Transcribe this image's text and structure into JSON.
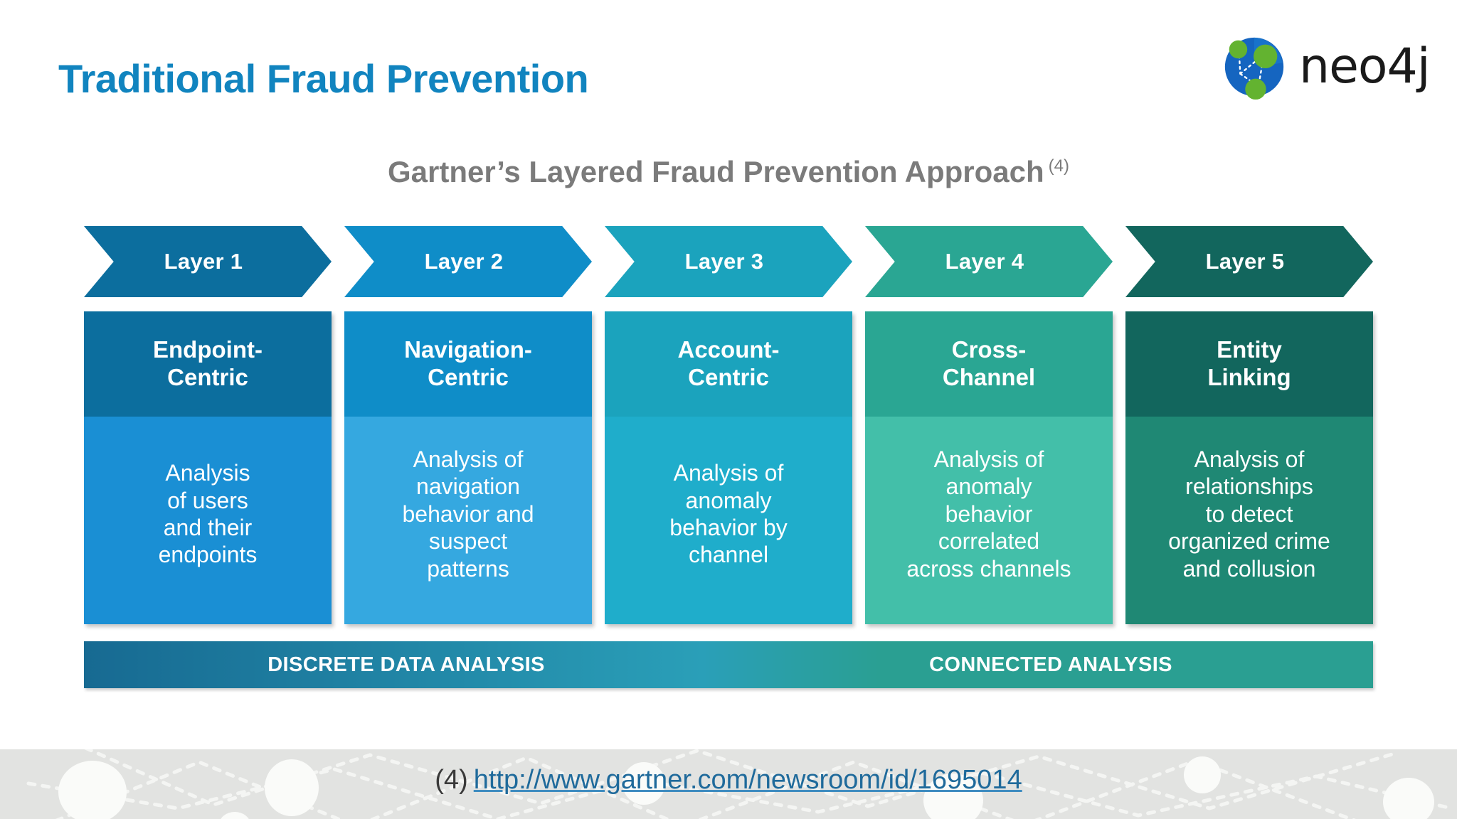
{
  "header": {
    "title": "Traditional Fraud Prevention",
    "title_color": "#1184bf",
    "logo_name": "neo4j-logo",
    "logo_text": "neo4j"
  },
  "subtitle": {
    "text": "Gartner’s Layered Fraud Prevention Approach",
    "reference": "(4)",
    "color": "#7b7b7b"
  },
  "columns": [
    {
      "chevron_label": "Layer 1",
      "chevron_color": "#0c6e9e",
      "head_color": "#0c6e9e",
      "head_text": "Endpoint-\nCentric",
      "body_color": "#1a8fd4",
      "body_text": "Analysis\nof users\nand their\nendpoints"
    },
    {
      "chevron_label": "Layer 2",
      "chevron_color": "#0f8dc8",
      "head_color": "#0f8dc8",
      "head_text": "Navigation-\nCentric",
      "body_color": "#35a8e0",
      "body_text": "Analysis of\nnavigation\nbehavior and\nsuspect\npatterns"
    },
    {
      "chevron_label": "Layer 3",
      "chevron_color": "#1ba3bd",
      "head_color": "#1ba3bd",
      "head_text": "Account-\nCentric",
      "body_color": "#1fadcb",
      "body_text": "Analysis of\nanomaly\nbehavior by\nchannel"
    },
    {
      "chevron_label": "Layer 4",
      "chevron_color": "#2aa693",
      "head_color": "#2aa693",
      "head_text": "Cross-\nChannel",
      "body_color": "#43bfa9",
      "body_text": "Analysis of\nanomaly\nbehavior\ncorrelated\nacross channels"
    },
    {
      "chevron_label": "Layer 5",
      "chevron_color": "#12665d",
      "head_color": "#12665d",
      "head_text": "Entity\nLinking",
      "body_color": "#1f8874",
      "body_text": "Analysis of\nrelationships\nto detect\norganized crime\nand collusion"
    }
  ],
  "band": {
    "left_label": "DISCRETE DATA ANALYSIS",
    "right_label": "CONNECTED ANALYSIS",
    "gradient_from": "#176a92",
    "gradient_mid": "#2a9fb8",
    "gradient_to": "#2a9f92"
  },
  "footer": {
    "reference": "(4)",
    "url": "http://www.gartner.com/newsroom/id/1695014",
    "link_color": "#1f6a9b",
    "band_color": "#e2e3e1"
  }
}
